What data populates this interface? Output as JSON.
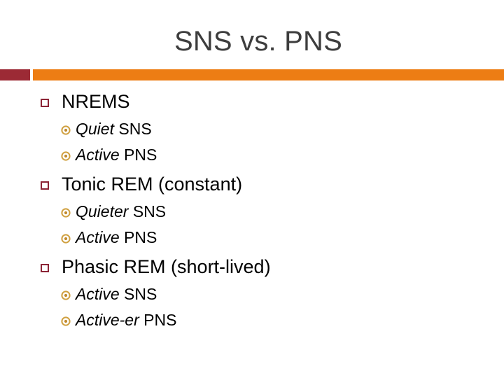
{
  "slide": {
    "title": "SNS vs. PNS",
    "background_color": "#ffffff",
    "title_color": "#3d3d3d"
  },
  "divider": {
    "red_color": "#9c2a35",
    "orange_color": "#ed7d14"
  },
  "markers": {
    "level1_icon": "hollow-square-bullet",
    "level1_color": "#8c2436",
    "level2_icon": "bullseye-ring-bullet",
    "level2_color": "#d0a040"
  },
  "content": {
    "groups": [
      {
        "heading": "NREMS",
        "items": [
          {
            "emphasis": "Quiet",
            "rest": " SNS"
          },
          {
            "emphasis": "Active",
            "rest": " PNS"
          }
        ]
      },
      {
        "heading": "Tonic REM (constant)",
        "items": [
          {
            "emphasis": "Quieter",
            "rest": " SNS"
          },
          {
            "emphasis": "Active",
            "rest": " PNS"
          }
        ]
      },
      {
        "heading": "Phasic REM (short-lived)",
        "items": [
          {
            "emphasis": "Active",
            "rest": " SNS"
          },
          {
            "emphasis": "Active-er",
            "rest": " PNS"
          }
        ]
      }
    ]
  }
}
